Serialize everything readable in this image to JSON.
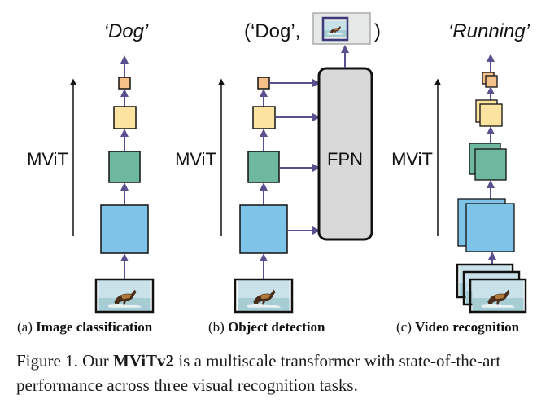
{
  "figure": {
    "colors": {
      "arrow": "#5b4f8f",
      "outline": "#111111",
      "stage_blue": "#7ec4e8",
      "stage_green": "#6fb8a0",
      "stage_yellow": "#fde3a0",
      "stage_orange": "#f5c08a",
      "fpn_fill": "#d9d9d9",
      "photo_sky": "#bfdde6",
      "photo_water": "#9fc7cf"
    },
    "panels": [
      {
        "id": "a",
        "output_label": "‘Dog’",
        "axis_label": "MViT",
        "subcaption_prefix": "(a)",
        "subcaption_title": "Image classification"
      },
      {
        "id": "b",
        "output_label_open": "(‘Dog’,",
        "output_label_close": ")",
        "axis_label": "MViT",
        "fpn_label": "FPN",
        "subcaption_prefix": "(b)",
        "subcaption_title": "Object detection"
      },
      {
        "id": "c",
        "output_label": "‘Running’",
        "axis_label": "MViT",
        "subcaption_prefix": "(c)",
        "subcaption_title": "Video recognition"
      }
    ]
  },
  "caption": {
    "prefix": "Figure 1. Our ",
    "model_name": "MViTv2",
    "text": " is a multiscale transformer with state-of-the-art performance across three visual recognition tasks."
  }
}
